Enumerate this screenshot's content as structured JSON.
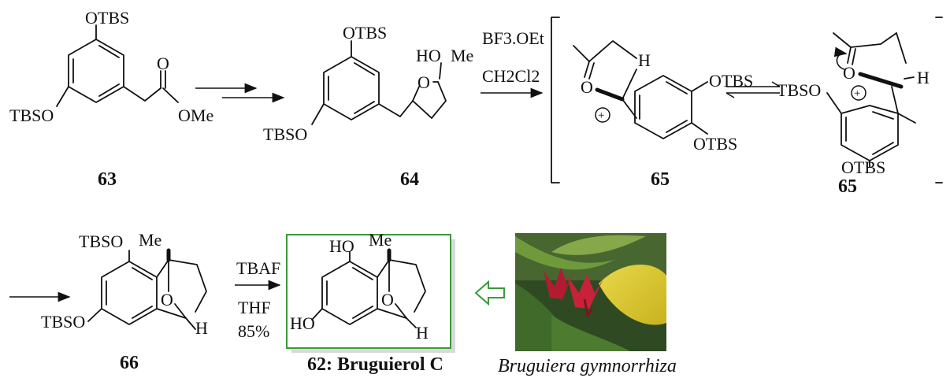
{
  "compounds": {
    "c63": {
      "number": "63",
      "otbs_top": "OTBS",
      "tbso": "TBSO",
      "o": "O",
      "ome": "OMe"
    },
    "c64": {
      "number": "64",
      "otbs_top": "OTBS",
      "tbso": "TBSO",
      "ho": "HO",
      "me": "Me",
      "o": "O"
    },
    "c65a": {
      "number": "65",
      "o": "O",
      "h": "H",
      "plus": "+",
      "otbs_top": "OTBS",
      "otbs_bottom": "OTBS"
    },
    "c65b": {
      "number": "65",
      "o": "O",
      "h": "H",
      "plus": "+",
      "tbso": "TBSO",
      "otbs_bottom": "OTBS"
    },
    "c66": {
      "number": "66",
      "tbso_top": "TBSO",
      "tbso_bottom": "TBSO",
      "me": "Me",
      "o": "O",
      "h": "H"
    },
    "c62": {
      "label": "62: Bruguierol C",
      "ho_top": "HO",
      "ho_bottom": "HO",
      "me": "Me",
      "o": "O",
      "h": "H"
    }
  },
  "reagents": {
    "step1": {
      "line1": "BF3.OEt",
      "line2": "CH2Cl2"
    },
    "step2": {
      "line1": "TBAF",
      "line2": "THF",
      "line3": "85%"
    }
  },
  "photo": {
    "caption": "Bruguiera gymnorrhiza"
  },
  "colors": {
    "box_border": "#3a9a3a",
    "open_arrow": "#3a9a3a",
    "ink": "#111111"
  }
}
